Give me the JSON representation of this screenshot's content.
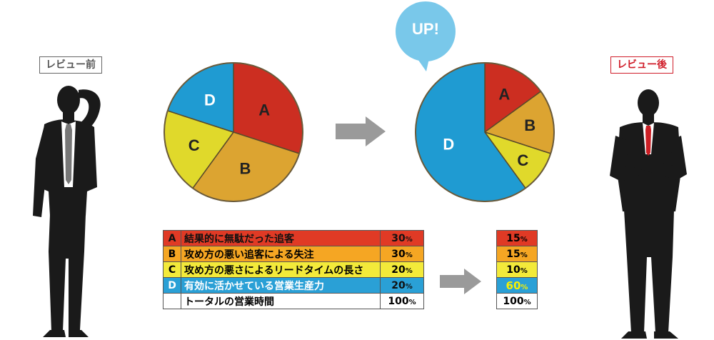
{
  "labels": {
    "before": "レビュー前",
    "after": "レビュー後",
    "up": "UP!"
  },
  "colors": {
    "A": "#cc2e21",
    "B": "#dca431",
    "C": "#e0d92b",
    "D": "#1f9bd2",
    "before_border": "#666666",
    "after_border": "#d01e2a"
  },
  "chart_data": [
    {
      "type": "pie",
      "name_label": "before",
      "slices": [
        {
          "label": "A",
          "value": 30
        },
        {
          "label": "B",
          "value": 30
        },
        {
          "label": "C",
          "value": 20
        },
        {
          "label": "D",
          "value": 20
        }
      ]
    },
    {
      "type": "pie",
      "name_label": "after",
      "slices": [
        {
          "label": "A",
          "value": 15
        },
        {
          "label": "B",
          "value": 15
        },
        {
          "label": "C",
          "value": 10
        },
        {
          "label": "D",
          "value": 60
        }
      ]
    }
  ],
  "table": {
    "rows": [
      {
        "key": "A",
        "desc": "結果的に無駄だった追客",
        "before": "30",
        "after": "15"
      },
      {
        "key": "B",
        "desc": "攻め方の悪い追客による失注",
        "before": "30",
        "after": "15"
      },
      {
        "key": "C",
        "desc": "攻め方の悪さによるリードタイムの長さ",
        "before": "20",
        "after": "10"
      },
      {
        "key": "D",
        "desc": "有効に活かせている営業生産力",
        "before": "20",
        "after": "60"
      },
      {
        "key": "",
        "desc": "トータルの営業時間",
        "before": "100",
        "after": "100"
      }
    ],
    "unit": "%"
  }
}
